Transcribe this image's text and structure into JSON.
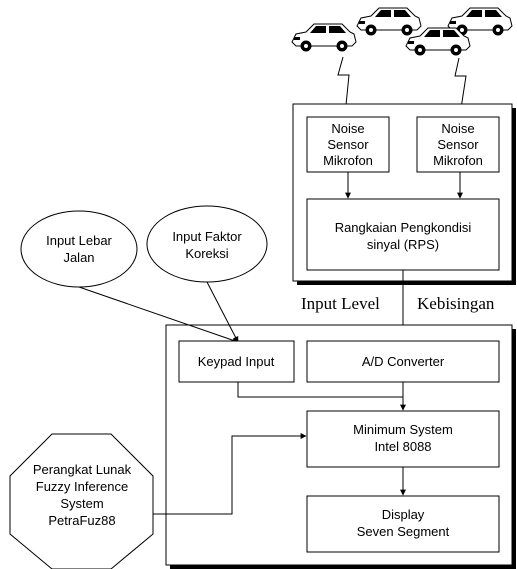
{
  "nodes": {
    "noise_sensor_left": [
      "Noise",
      "Sensor",
      "Mikrofon"
    ],
    "noise_sensor_right": [
      "Noise",
      "Sensor",
      "Mikrofon"
    ],
    "rps": [
      "Rangkaian Pengkondisi",
      "sinyal (RPS)"
    ],
    "input_lebar_jalan": [
      "Input Lebar",
      "Jalan"
    ],
    "input_faktor_koreksi": [
      "Input Faktor",
      "Koreksi"
    ],
    "keypad_input": "Keypad Input",
    "ad_converter": "A/D Converter",
    "minimum_system": [
      "Minimum System",
      "Intel 8088"
    ],
    "display": [
      "Display",
      "Seven Segment"
    ],
    "software": [
      "Perangkat Lunak",
      "Fuzzy Inference",
      "System",
      "PetraFuz88"
    ]
  },
  "labels": {
    "input_level": "Input Level",
    "kebisingan": "Kebisingan"
  },
  "icons": [
    "car-icon",
    "car-icon",
    "car-icon",
    "car-icon"
  ]
}
